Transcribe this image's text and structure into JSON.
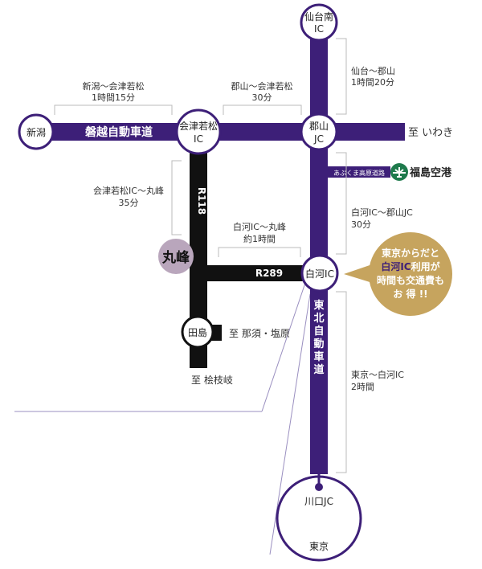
{
  "roads": {
    "banetsu": "磐越自動車道",
    "tohoku": "東北自動車道",
    "r118": "R118",
    "r289": "R289"
  },
  "nodes": {
    "niigata": "新潟",
    "aizuwakamatsu_1": "会津若松",
    "aizuwakamatsu_2": "IC",
    "koriyama_1": "郡山",
    "koriyama_2": "JC",
    "sendaiminami_1": "仙台南",
    "sendaiminami_2": "IC",
    "shirakawa": "白河IC",
    "tajima": "田島",
    "kawaguchi": "川口JC",
    "tokyo": "東京",
    "maruho": "丸峰"
  },
  "destinations": {
    "iwaki": "至 いわき",
    "nasu": "至 那須・塩原",
    "hinoemata": "至 桧枝岐"
  },
  "airport": {
    "label": "福島空港",
    "road": "あぶくま高原道路"
  },
  "durations": {
    "niigata_aizu_1": "新潟～会津若松",
    "niigata_aizu_2": "1時間15分",
    "koriyama_aizu_1": "郡山～会津若松",
    "koriyama_aizu_2": "30分",
    "sendai_koriyama_1": "仙台～郡山",
    "sendai_koriyama_2": "1時間20分",
    "aizu_maruho_1": "会津若松IC～丸峰",
    "aizu_maruho_2": "35分",
    "shirakawa_maruho_1": "白河IC～丸峰",
    "shirakawa_maruho_2": "約1時間",
    "shirakawa_koriyama_1": "白河IC～郡山JC",
    "shirakawa_koriyama_2": "30分",
    "tokyo_shirakawa_1": "東京～白河IC",
    "tokyo_shirakawa_2": "2時間"
  },
  "callout": {
    "line1": "東京からだと",
    "line2_em": "白河IC",
    "line2_rest": "利用が",
    "line3": "時間も交通費も",
    "line4": "お 得 !!"
  },
  "colors": {
    "expressway": "#3d1f78",
    "national_road": "#111111",
    "node_border": "#3d1f78",
    "maruho_fill": "#b9a6bc",
    "callout_fill": "#c6a45e",
    "airport_green": "#1e7a4c"
  }
}
